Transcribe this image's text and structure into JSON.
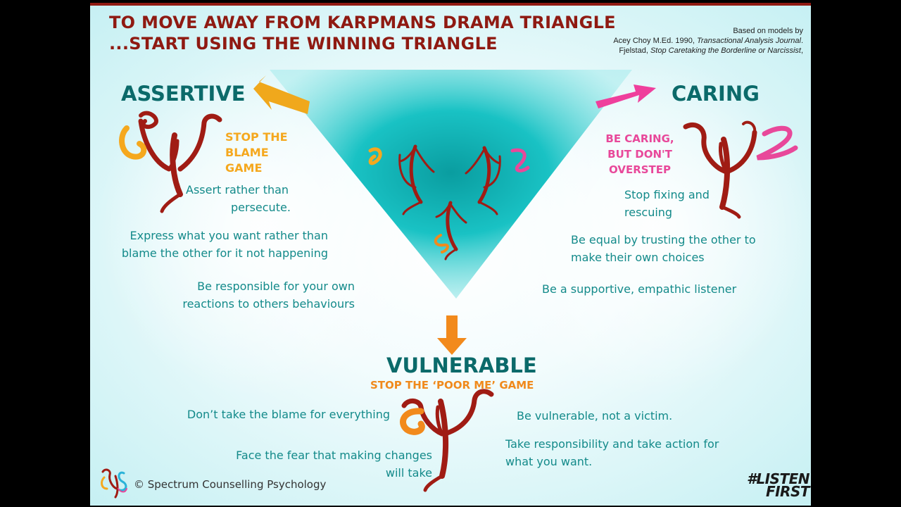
{
  "title": {
    "line1": "TO MOVE AWAY FROM KARPMANS DRAMA TRIANGLE",
    "line2": "...START USING THE WINNING TRIANGLE"
  },
  "credits": {
    "line1": "Based on models by",
    "line2_plain": "Acey Choy M.Ed. 1990, ",
    "line2_italic": "Transactional Analysis Journal",
    "line2_end": ".",
    "line3_plain": "Fjelstad, ",
    "line3_italic": "Stop Caretaking the Borderline or Narcissist",
    "line3_end": ","
  },
  "assertive": {
    "heading": "ASSERTIVE",
    "subtitle_lines": [
      "STOP THE",
      "BLAME",
      "GAME"
    ],
    "points": [
      [
        "Assert rather than",
        "persecute."
      ],
      [
        "Express what you want rather than",
        "blame the other for it not happening"
      ],
      [
        "Be responsible for your own",
        "reactions  to others behaviours"
      ]
    ]
  },
  "caring": {
    "heading": "CARING",
    "subtitle_lines": [
      "BE CARING,",
      "BUT DON'T",
      "OVERSTEP"
    ],
    "points": [
      [
        "Stop fixing and",
        "rescuing"
      ],
      [
        "Be equal by trusting the other to",
        "make their own choices"
      ],
      [
        "Be a supportive, empathic listener"
      ]
    ]
  },
  "vulnerable": {
    "heading": "VULNERABLE",
    "subtitle": "STOP THE ‘POOR ME’ GAME",
    "left_points": [
      [
        "Don’t take the blame for everything"
      ],
      [
        "Face the fear that making changes",
        "will take"
      ]
    ],
    "right_points": [
      [
        "Be vulnerable, not a victim."
      ],
      [
        "Take responsibility and take action for",
        "what you want."
      ]
    ]
  },
  "footer": {
    "copyright": "© Spectrum Counselling Psychology",
    "tag_line1": "#LISTEN",
    "tag_line2": "FIRST"
  },
  "colors": {
    "title_red": "#8f1a12",
    "heading_teal": "#0b6a6a",
    "body_teal": "#138a8a",
    "assertive_orange": "#f5a81e",
    "caring_pink": "#e8489a",
    "vulnerable_orange": "#f08a1c",
    "figure_red": "#a01c14",
    "triangle_teal": "#14bfc0"
  },
  "icons": {
    "assertive_arrow": "arrow-up-left-icon",
    "caring_arrow": "arrow-up-right-icon",
    "vulnerable_arrow": "arrow-down-icon",
    "figures": "psi-figure-icon",
    "logo": "spectrum-psi-logo-icon"
  }
}
